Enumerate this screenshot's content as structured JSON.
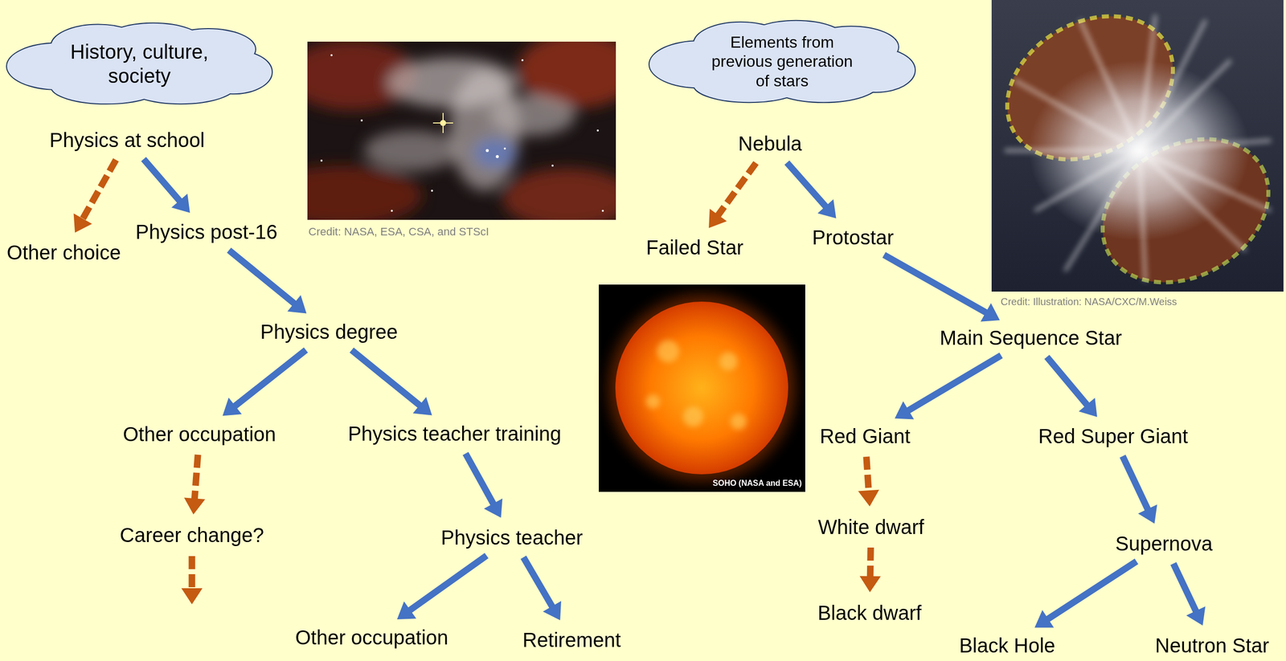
{
  "diagram": {
    "nodes": [
      {
        "text": [
          "History, culture, society"
        ]
      },
      {
        "text": [
          "Physics at school"
        ]
      },
      {
        "text": [
          "Other choice"
        ]
      },
      {
        "text": [
          "Physics post-16"
        ]
      },
      {
        "text": [
          "Physics degree"
        ]
      },
      {
        "text": [
          "Other occupation"
        ]
      },
      {
        "text": [
          "Physics teacher training"
        ]
      },
      {
        "text": [
          "Career change?"
        ]
      },
      {
        "text": [
          "Physics teacher"
        ]
      },
      {
        "text": [
          "Other occupation"
        ]
      },
      {
        "text": [
          "Retirement"
        ]
      },
      {
        "text": [
          "Elements from previous generation of stars"
        ]
      },
      {
        "text": [
          "Nebula"
        ]
      },
      {
        "text": [
          "Failed Star"
        ]
      },
      {
        "text": [
          "Protostar"
        ]
      },
      {
        "text": [
          "Main Sequence Star"
        ]
      },
      {
        "text": [
          "Red Giant"
        ]
      },
      {
        "text": [
          "Red Super Giant"
        ]
      },
      {
        "text": [
          "White dwarf"
        ]
      },
      {
        "text": [
          "Supernova"
        ]
      },
      {
        "text": [
          "Black dwarf"
        ]
      },
      {
        "text": [
          "Black Hole"
        ]
      },
      {
        "text": [
          "Neutron Star"
        ]
      }
    ],
    "edges": [
      {
        "from": 1,
        "to": 2,
        "arrow": "to"
      },
      {
        "from": 1,
        "to": 3,
        "arrow": "to"
      },
      {
        "from": 3,
        "to": 4,
        "arrow": "to"
      },
      {
        "from": 4,
        "to": 5,
        "arrow": "to"
      },
      {
        "from": 4,
        "to": 6,
        "arrow": "to"
      },
      {
        "from": 5,
        "to": 7,
        "arrow": "to"
      },
      {
        "from": 6,
        "to": 8,
        "arrow": "to"
      },
      {
        "from": 8,
        "to": 9,
        "arrow": "to"
      },
      {
        "from": 8,
        "to": 10,
        "arrow": "to"
      },
      {
        "from": 12,
        "to": 13,
        "arrow": "to"
      },
      {
        "from": 12,
        "to": 14,
        "arrow": "to"
      },
      {
        "from": 14,
        "to": 15,
        "arrow": "to"
      },
      {
        "from": 15,
        "to": 16,
        "arrow": "to"
      },
      {
        "from": 15,
        "to": 17,
        "arrow": "to"
      },
      {
        "from": 16,
        "to": 18,
        "arrow": "to"
      },
      {
        "from": 17,
        "to": 19,
        "arrow": "to"
      },
      {
        "from": 18,
        "to": 20,
        "arrow": "to"
      },
      {
        "from": 19,
        "to": 21,
        "arrow": "to"
      },
      {
        "from": 19,
        "to": 22,
        "arrow": "to"
      }
    ],
    "labels": [
      "Credit: NASA, ESA, CSA, and STScI",
      "Credit: Illustration: NASA/CXC/M.Weiss",
      "SOHO (NASA and ESA)"
    ]
  }
}
